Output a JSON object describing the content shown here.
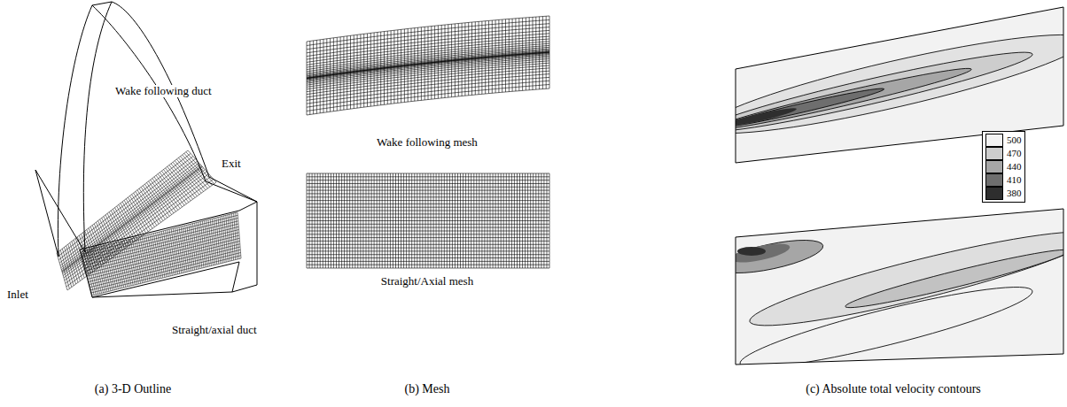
{
  "diagram": {
    "labels": [
      "Wake following duct",
      "Exit",
      "Inlet",
      "Straight/axial duct",
      "Wake following mesh",
      "Straight/Axial mesh",
      "(a) 3-D Outline",
      "(b) Mesh",
      "(c) Absolute total velocity contours"
    ],
    "legend": [
      {
        "text": "500",
        "color": "#f2f2f2"
      },
      {
        "text": "470",
        "color": "#cdcdcd"
      },
      {
        "text": "440",
        "color": "#a6a6a6"
      },
      {
        "text": "410",
        "color": "#6e6e6e"
      },
      {
        "text": "380",
        "color": "#2e2e2e"
      }
    ]
  }
}
